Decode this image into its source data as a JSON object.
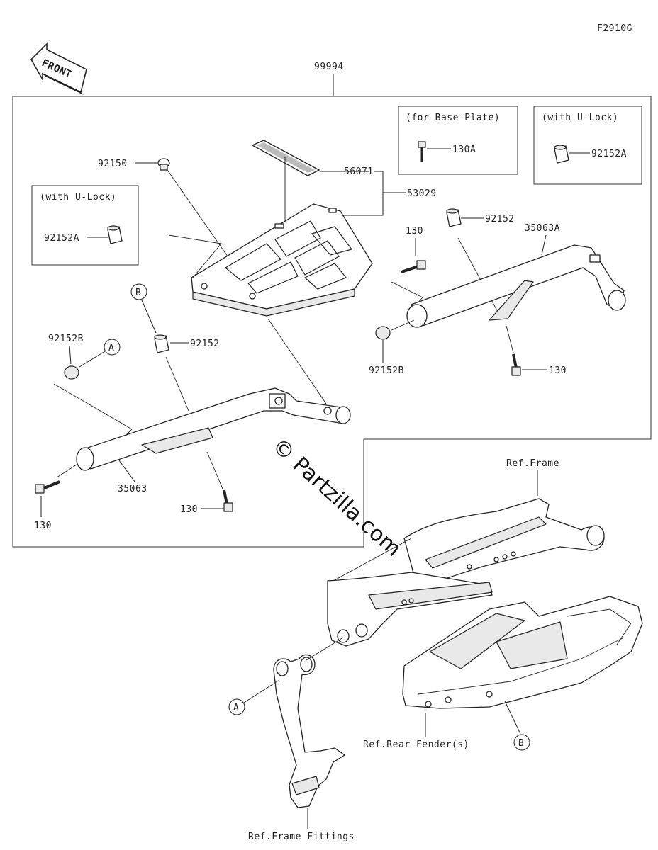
{
  "figure_code": "F2910G",
  "front_label": "FRONT",
  "assembly_number": "99994",
  "watermark": "© Partzilla.com",
  "callouts": {
    "base_plate_title": "(for Base-Plate)",
    "base_plate_part": "130A",
    "ulock_right_title": "(with U-Lock)",
    "ulock_right_part": "92152A",
    "ulock_left_title": "(with U-Lock)",
    "ulock_left_part": "92152A"
  },
  "parts": {
    "p92150": "92150",
    "p56071": "56071",
    "p53029": "53029",
    "p130_upper": "130",
    "p92152_upper": "92152",
    "p35063A": "35063A",
    "p92152B_right": "92152B",
    "p130_right": "130",
    "p92152B_left": "92152B",
    "p92152_left": "92152",
    "p35063": "35063",
    "p130_left": "130",
    "p130_mid": "130"
  },
  "markers": {
    "a_upper": "A",
    "b_upper": "B",
    "a_lower": "A",
    "b_lower": "B"
  },
  "references": {
    "frame": "Ref.Frame",
    "rear_fender": "Ref.Rear Fender(s)",
    "frame_fittings": "Ref.Frame Fittings"
  }
}
